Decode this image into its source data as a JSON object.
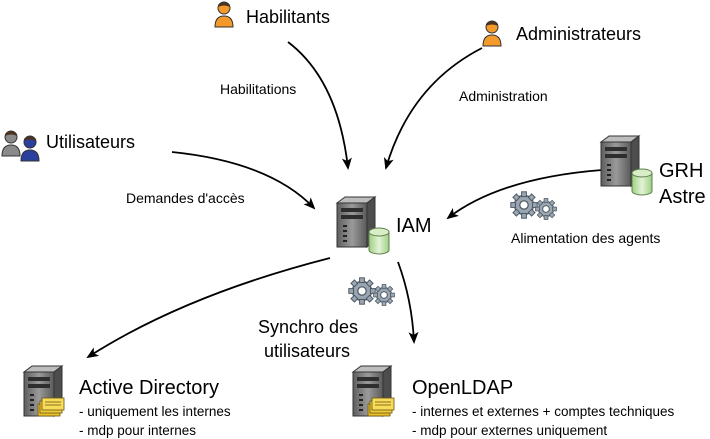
{
  "actors": {
    "habitants": "Habilitants",
    "administrateurs": "Administrateurs",
    "utilisateurs": "Utilisateurs"
  },
  "flows": {
    "habilitations": "Habilitations",
    "administration": "Administration",
    "demandes": "Demandes d'accès",
    "alimentation": "Alimentation des agents",
    "synchro_line1": "Synchro des",
    "synchro_line2": "utilisateurs"
  },
  "systems": {
    "iam": "IAM",
    "grh_line1": "GRH",
    "grh_line2": "Astre",
    "ad": {
      "title": "Active Directory",
      "notes": [
        "- uniquement les internes",
        "- mdp pour internes"
      ]
    },
    "ldap": {
      "title": "OpenLDAP",
      "notes": [
        "- internes et externes + comptes techniques",
        "- mdp pour externes uniquement"
      ]
    }
  },
  "icons": {
    "person": "person-icon",
    "server": "server-icon",
    "database": "database-icon",
    "gears": "gears-icon",
    "folder": "folder-icon"
  },
  "colors": {
    "person_orange": "#f39a2b",
    "person_blue": "#2b3f9c",
    "person_gray": "#8a8a8a",
    "server_gray": "#7b7b7b",
    "db_green": "#b8dca0",
    "folder_yellow": "#f5d64b"
  }
}
